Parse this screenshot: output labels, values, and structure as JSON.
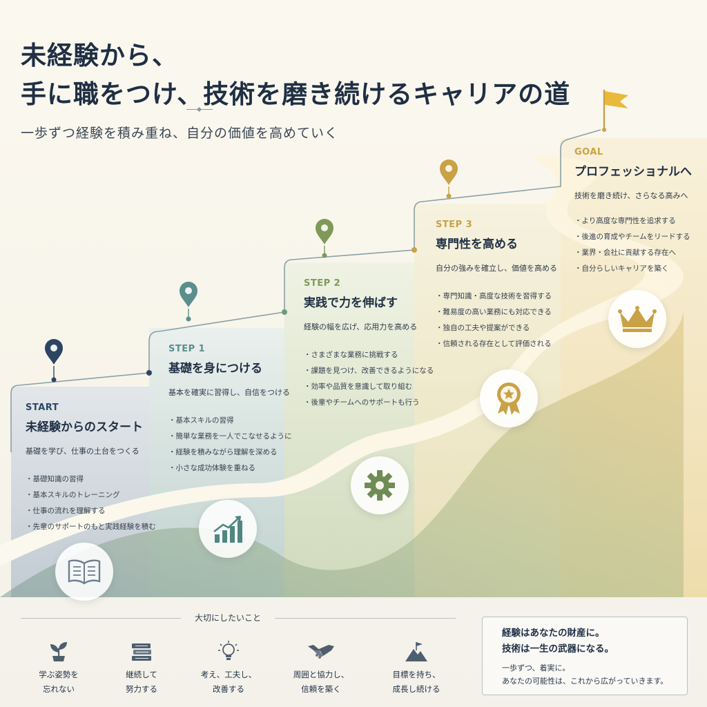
{
  "title": {
    "line1": "未経験から、",
    "line2": "手に職をつけ、技術を磨き続けるキャリアの道",
    "subtitle": "一歩ずつ経験を積み重ね、自分の価値を高めていく"
  },
  "colors": {
    "navy": "#2c4563",
    "teal": "#5a8f8b",
    "green": "#7f9a58",
    "gold": "#c9a146",
    "flag": "#e8b93a"
  },
  "steps": [
    {
      "tag": "START",
      "head": "未経験からのスタート",
      "lead": "基礎を学び、仕事の土台をつくる",
      "items": [
        "基礎知識の習得",
        "基本スキルのトレーニング",
        "仕事の流れを理解する",
        "先輩のサポートのもと実践経験を積む"
      ],
      "icon": "open-book-icon"
    },
    {
      "tag": "STEP 1",
      "head": "基礎を身につける",
      "lead": "基本を確実に習得し、自信をつける",
      "items": [
        "基本スキルの習得",
        "簡単な業務を一人でこなせるように",
        "経験を積みながら理解を深める",
        "小さな成功体験を重ねる"
      ],
      "icon": "growth-chart-icon"
    },
    {
      "tag": "STEP 2",
      "head": "実践で力を伸ばす",
      "lead": "経験の幅を広げ、応用力を高める",
      "items": [
        "さまざまな業務に挑戦する",
        "課題を見つけ、改善できるようになる",
        "効率や品質を意識して取り組む",
        "後輩やチームへのサポートも行う"
      ],
      "icon": "gear-icon"
    },
    {
      "tag": "STEP 3",
      "head": "専門性を高める",
      "lead": "自分の強みを確立し、価値を高める",
      "items": [
        "専門知識・高度な技術を習得する",
        "難易度の高い業務にも対応できる",
        "独自の工夫や提案ができる",
        "信頼される存在として評価される"
      ],
      "icon": "award-ribbon-icon"
    },
    {
      "tag": "GOAL",
      "head": "プロフェッショナルへ",
      "lead": "技術を磨き続け、さらなる高みへ",
      "items": [
        "より高度な専門性を追求する",
        "後進の育成やチームをリードする",
        "業界・会社に貢献する存在へ",
        "自分らしいキャリアを築く"
      ],
      "icon": "crown-icon"
    }
  ],
  "values": {
    "title": "大切にしたいこと",
    "items": [
      {
        "label": "学ぶ姿勢を\n忘れない",
        "icon": "sprout-icon"
      },
      {
        "label": "継続して\n努力する",
        "icon": "stacked-books-icon"
      },
      {
        "label": "考え、工夫し、\n改善する",
        "icon": "lightbulb-icon"
      },
      {
        "label": "周囲と協力し、\n信頼を築く",
        "icon": "handshake-icon"
      },
      {
        "label": "目標を持ち、\n成長し続ける",
        "icon": "mountain-flag-icon"
      }
    ]
  },
  "message": {
    "line1": "経験はあなたの財産に。",
    "line2": "技術は一生の武器になる。",
    "line3": "一歩ずつ、着実に。",
    "line4": "あなたの可能性は、これから広がっていきます。"
  }
}
